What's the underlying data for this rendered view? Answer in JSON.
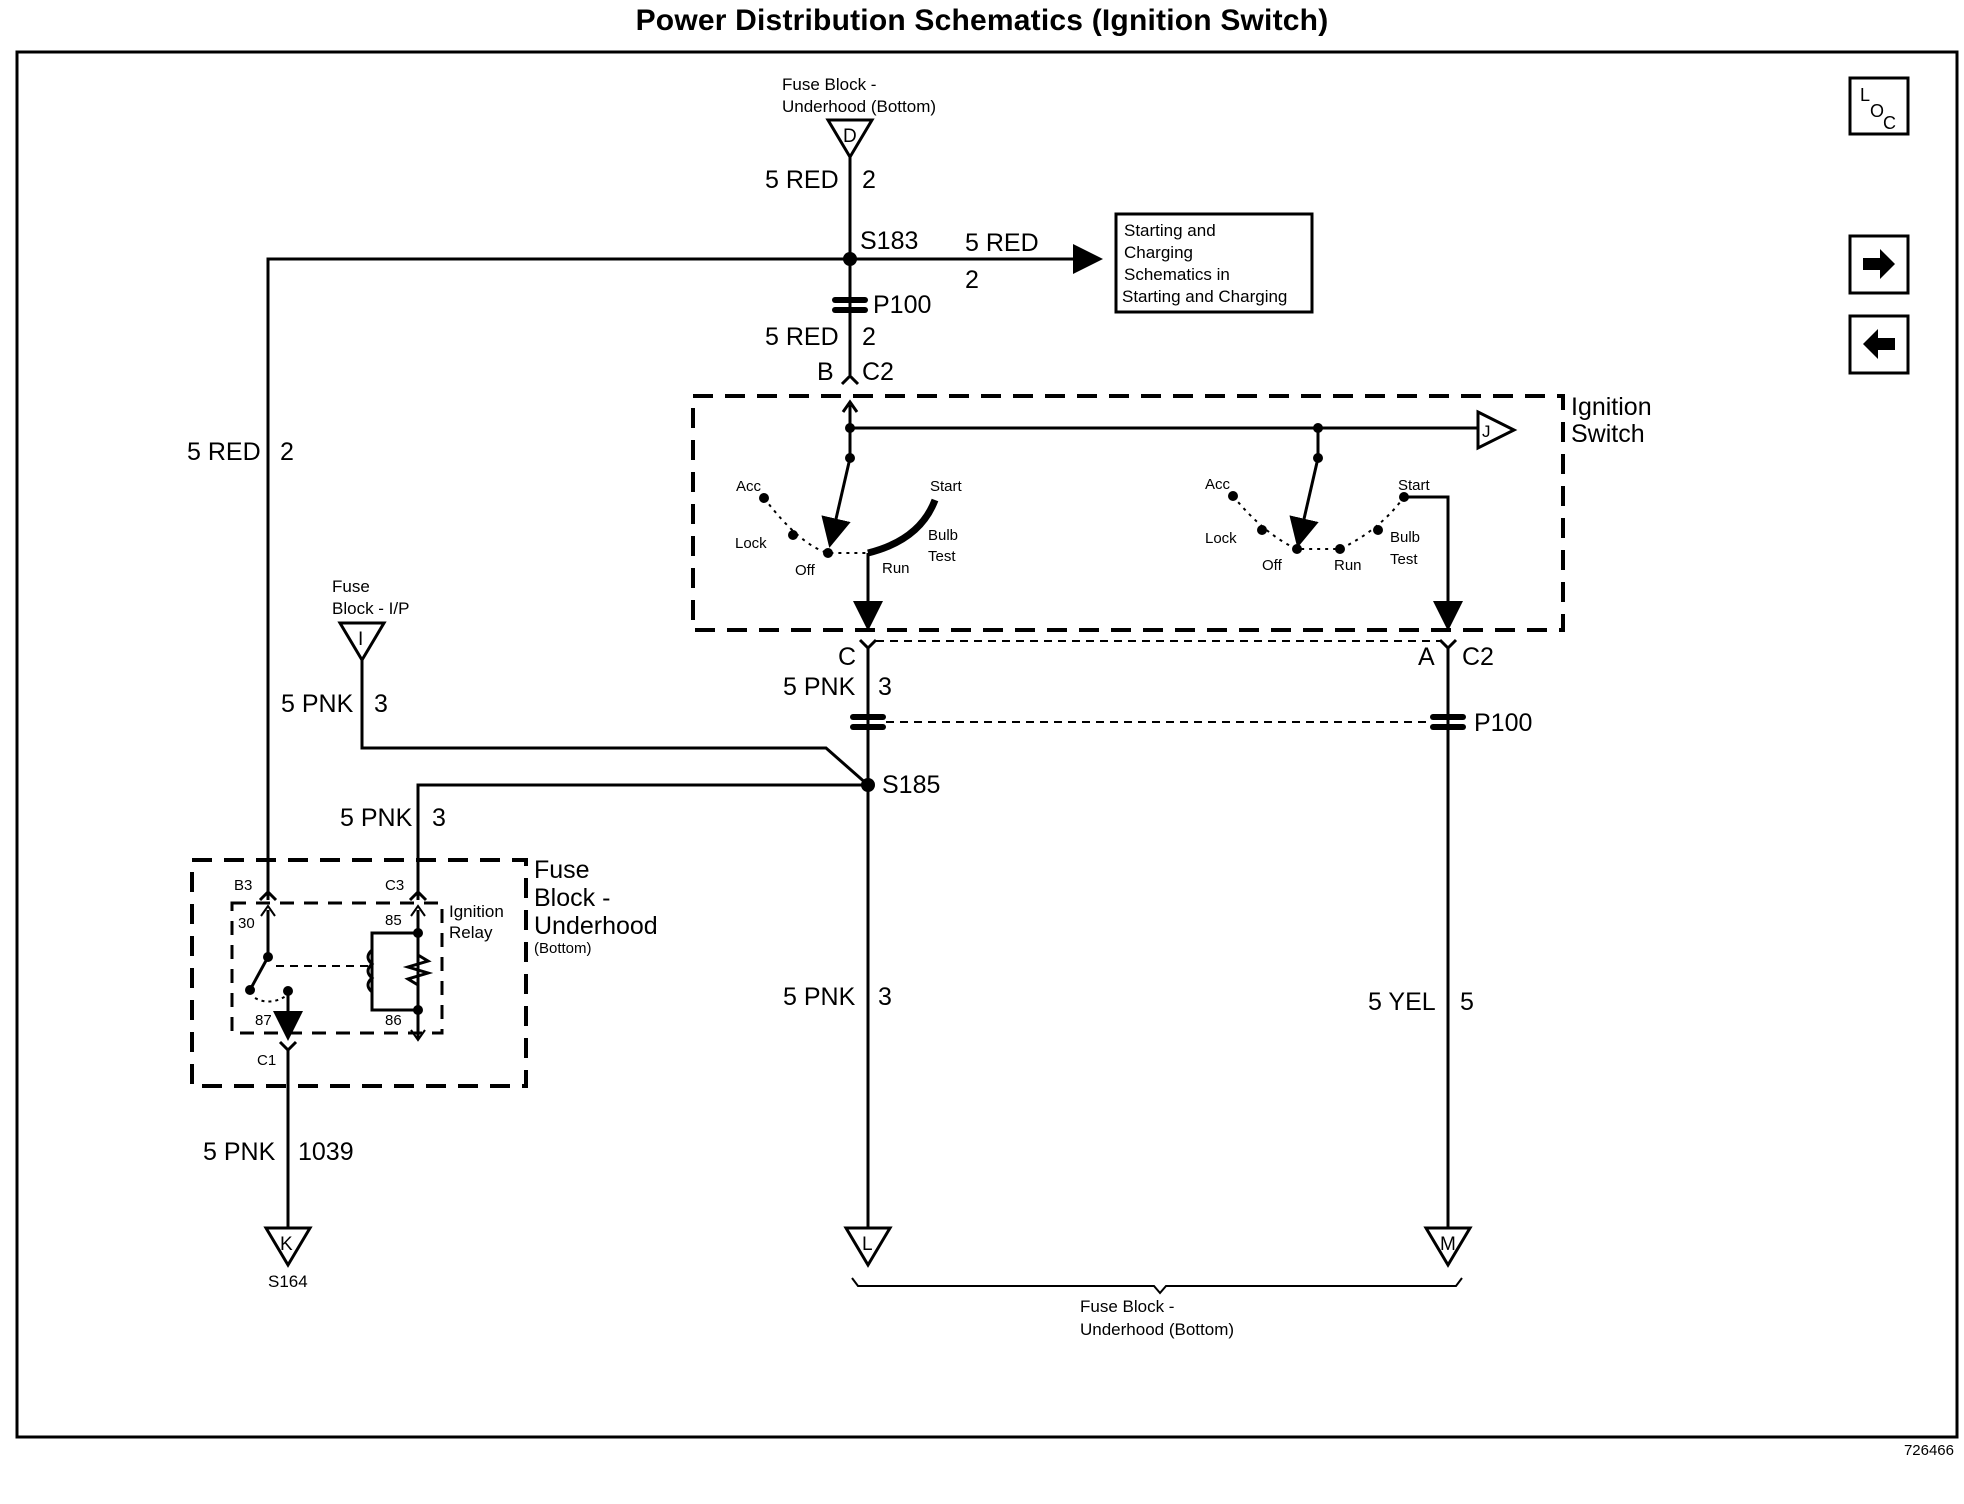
{
  "title": "Power Distribution Schematics (Ignition Switch)",
  "figure_id": "726466",
  "nav": {
    "loc_icon": "LOC",
    "next_page": "right-arrow",
    "prev_page": "left-arrow"
  },
  "components": {
    "fuse_block_top": {
      "line1": "Fuse Block -",
      "line2": "Underhood (Bottom)",
      "terminal": "D"
    },
    "fuse_block_ip": {
      "line1": "Fuse",
      "line2": "Block - I/P",
      "terminal": "I"
    },
    "fuse_block_underhood": {
      "line1": "Fuse",
      "line2": "Block -",
      "line3": "Underhood",
      "line4": "(Bottom)"
    },
    "ignition_relay": {
      "line1": "Ignition",
      "line2": "Relay",
      "pins": [
        "30",
        "85",
        "87",
        "86"
      ]
    },
    "ignition_switch": {
      "line1": "Ignition",
      "line2": "Switch",
      "out_terminal": "J",
      "positions": [
        "Acc",
        "Lock",
        "Off",
        "Run",
        "Bulb",
        "Test",
        "Start"
      ]
    },
    "reference_box": {
      "lines": [
        "Starting and",
        "Charging",
        "Schematics in",
        "Starting and Charging"
      ]
    },
    "bottom_fuse_block": {
      "line1": "Fuse Block -",
      "line2": "Underhood (Bottom)"
    }
  },
  "splices": {
    "s183": "S183",
    "s185": "S185",
    "s164": "S164"
  },
  "connectors": {
    "p100": "P100",
    "c2": "C2",
    "b": "B",
    "c": "C",
    "a": "A",
    "b3": "B3",
    "c3": "C3",
    "c1": "C1"
  },
  "terminals": {
    "k": "K",
    "l": "L",
    "m": "M"
  },
  "wires": {
    "top_red": {
      "gauge": "5 RED",
      "circuit": "2"
    },
    "arrow_red": {
      "gauge": "5 RED",
      "circuit": "2"
    },
    "below_p100_red": {
      "gauge": "5 RED",
      "circuit": "2"
    },
    "left_red": {
      "gauge": "5 RED",
      "circuit": "2"
    },
    "ip_pnk": {
      "gauge": "5 PNK",
      "circuit": "3"
    },
    "c_pnk": {
      "gauge": "5 PNK",
      "circuit": "3"
    },
    "relay_pnk": {
      "gauge": "5 PNK",
      "circuit": "3"
    },
    "l_pnk": {
      "gauge": "5 PNK",
      "circuit": "3"
    },
    "m_yel": {
      "gauge": "5 YEL",
      "circuit": "5"
    },
    "k_pnk": {
      "gauge": "5 PNK",
      "circuit": "1039"
    }
  }
}
